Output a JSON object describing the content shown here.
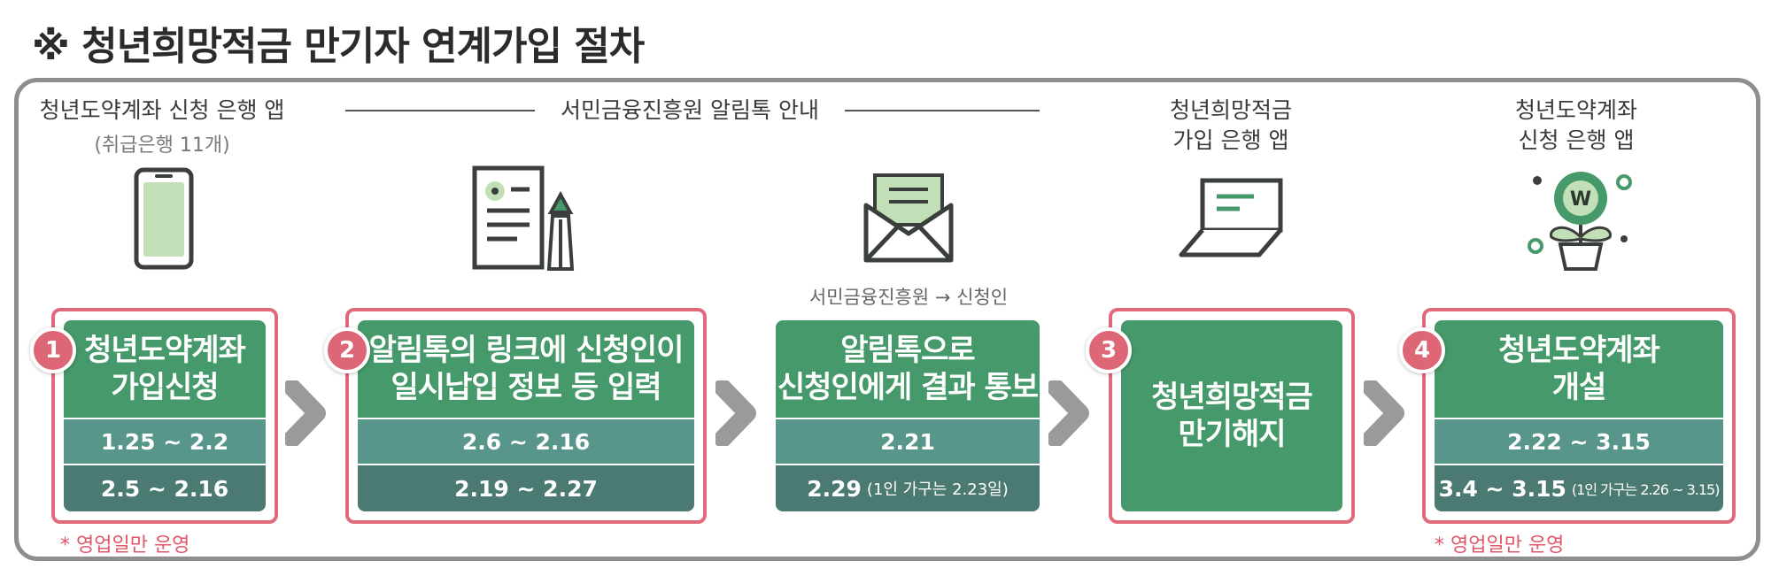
{
  "title": "※ 청년희망적금 만기자 연계가입 절차",
  "headers": {
    "col1_line1": "청년도약계좌 신청 은행 앱",
    "col1_line2": "(취급은행 11개)",
    "col23": "서민금융진흥원 알림톡 안내",
    "col4_line1": "청년희망적금",
    "col4_line2": "가입 은행 앱",
    "col5_line1": "청년도약계좌",
    "col5_line2": "신청 은행 앱"
  },
  "steps": [
    {
      "badge": "1",
      "title_line1": "청년도약계좌",
      "title_line2": "가입신청",
      "date1": "1.25 ~ 2.2",
      "date2": "2.5 ~ 2.16",
      "note": "* 영업일만 운영"
    },
    {
      "badge": "2",
      "title_line1": "알림톡의 링크에 신청인이",
      "title_line2": "일시납입 정보 등 입력",
      "date1": "2.6 ~ 2.16",
      "date2": "2.19 ~ 2.27"
    },
    {
      "title_line1": "알림톡으로",
      "title_line2": "신청인에게 결과 통보",
      "date1": "2.21",
      "date2_main": "2.29",
      "date2_note": "(1인 가구는 2.23일)",
      "route": "서민금융진흥원 → 신청인"
    },
    {
      "badge": "3",
      "title_line1": "청년희망적금",
      "title_line2": "만기해지"
    },
    {
      "badge": "4",
      "title_line1": "청년도약계좌",
      "title_line2": "개설",
      "date1": "2.22 ~ 3.15",
      "date2_main": "3.4 ~ 3.15",
      "date2_note": "(1인 가구는 2.26 ~ 3.15)",
      "note": "* 영업일만 운영"
    }
  ],
  "icons": [
    "smartphone-icon",
    "document-pen-icon",
    "envelope-icon",
    "laptop-icon",
    "money-plant-icon"
  ],
  "colors": {
    "green": "#46996a",
    "teal": "#58968b",
    "dark_teal": "#4b7a72",
    "red": "#e06a7a",
    "gray": "#8e8e8e"
  }
}
